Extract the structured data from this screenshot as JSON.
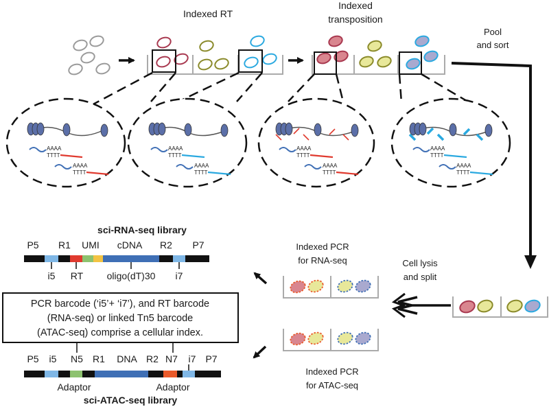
{
  "steps": {
    "indexed_rt": "Indexed RT",
    "indexed_transposition_line1": "Indexed",
    "indexed_transposition_line2": "transposition",
    "pool_sort_line1": "Pool",
    "pool_sort_line2": "and sort",
    "cell_lysis_line1": "Cell lysis",
    "cell_lysis_line2": "and split",
    "pcr_rna_line1": "Indexed PCR",
    "pcr_rna_line2": "for RNA-seq",
    "pcr_atac_line1": "Indexed PCR",
    "pcr_atac_line2": "for ATAC-seq"
  },
  "transcript": {
    "polya": "AAAA",
    "polyt": "TTTT"
  },
  "rna_library": {
    "title": "sci-RNA-seq library",
    "top_labels": [
      "P5",
      "R1",
      "UMI",
      "cDNA",
      "R2",
      "P7"
    ],
    "bottom_labels": [
      "i5",
      "RT",
      "oligo(dT)30",
      "i7"
    ]
  },
  "cellular_index_note": {
    "line1": "PCR barcode (‘i5’+ ‘i7’), and RT barcode",
    "line2": "(RNA-seq) or linked Tn5 barcode",
    "line3": "(ATAC-seq) comprise a cellular index."
  },
  "atac_library": {
    "title": "sci-ATAC-seq library",
    "top_labels": [
      "P5",
      "i5",
      "N5",
      "R1",
      "DNA",
      "R2",
      "N7",
      "i7",
      "P7"
    ],
    "adaptor_left": "Adaptor",
    "adaptor_right": "Adaptor"
  },
  "colors": {
    "cell_gray": "#9a9a9a",
    "cell_red": "#a8384f",
    "cell_red_fill": "#d9868f",
    "cell_yellow": "#8a8a2a",
    "cell_yellow_fill": "#e8e89a",
    "cell_blue": "#2aa9e0",
    "cell_blue_fill": "#a9a9cf",
    "seg_black": "#111111",
    "seg_lightblue": "#7fb7e6",
    "seg_red": "#e03a2f",
    "seg_green": "#8dc26f",
    "seg_yellow": "#f3c343",
    "seg_blue": "#3f6fb5",
    "seg_orange": "#ea5a2a"
  }
}
